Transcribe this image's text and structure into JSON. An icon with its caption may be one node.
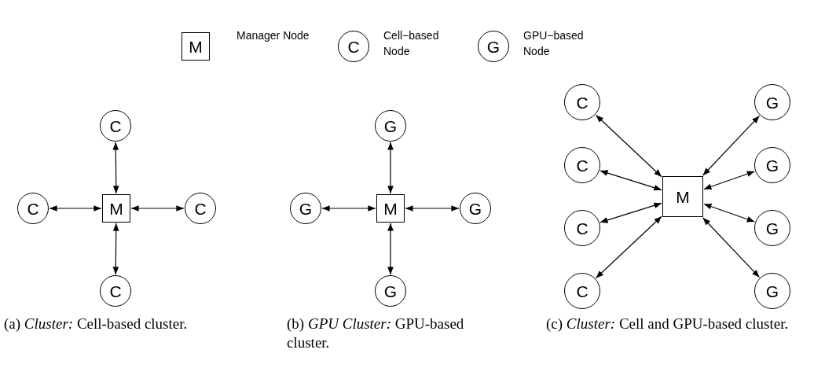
{
  "diagram": {
    "nodes": [
      {
        "text": [
          "M"
        ],
        "beside": [
          "Manager Node"
        ]
      },
      {
        "text": [
          "C"
        ],
        "beside": [
          "Cell−based Node"
        ]
      },
      {
        "text": [
          "G"
        ],
        "beside": [
          "GPU−based Node"
        ]
      },
      {
        "text": [
          "C"
        ]
      },
      {
        "text": [
          "C"
        ]
      },
      {
        "text": [
          "M"
        ]
      },
      {
        "text": [
          "C"
        ]
      },
      {
        "text": [
          "C"
        ]
      },
      {
        "text": [
          "G"
        ]
      },
      {
        "text": [
          "G"
        ]
      },
      {
        "text": [
          "M"
        ]
      },
      {
        "text": [
          "G"
        ]
      },
      {
        "text": [
          "G"
        ]
      },
      {
        "text": [
          "C"
        ]
      },
      {
        "text": [
          "C"
        ]
      },
      {
        "text": [
          "C"
        ]
      },
      {
        "text": [
          "C"
        ]
      },
      {
        "text": [
          "M"
        ]
      },
      {
        "text": [
          "G"
        ]
      },
      {
        "text": [
          "G"
        ]
      },
      {
        "text": [
          "G"
        ]
      },
      {
        "text": [
          "G"
        ]
      }
    ],
    "edges": [
      {
        "from": 3,
        "to": 5,
        "arrow": "both"
      },
      {
        "from": 4,
        "to": 5,
        "arrow": "both"
      },
      {
        "from": 5,
        "to": 6,
        "arrow": "both"
      },
      {
        "from": 5,
        "to": 7,
        "arrow": "both"
      },
      {
        "from": 8,
        "to": 10,
        "arrow": "both"
      },
      {
        "from": 9,
        "to": 10,
        "arrow": "both"
      },
      {
        "from": 10,
        "to": 11,
        "arrow": "both"
      },
      {
        "from": 10,
        "to": 12,
        "arrow": "both"
      },
      {
        "from": 13,
        "to": 17,
        "arrow": "both"
      },
      {
        "from": 14,
        "to": 17,
        "arrow": "both"
      },
      {
        "from": 15,
        "to": 17,
        "arrow": "both"
      },
      {
        "from": 16,
        "to": 17,
        "arrow": "both"
      },
      {
        "from": 17,
        "to": 18,
        "arrow": "both"
      },
      {
        "from": 17,
        "to": 19,
        "arrow": "both"
      },
      {
        "from": 17,
        "to": 20,
        "arrow": "both"
      },
      {
        "from": 17,
        "to": 21,
        "arrow": "both"
      }
    ],
    "labels": [
      "(a) *Cluster:* Cell-based cluster.",
      "(b) *GPU Cluster:* GPU-based cluster.",
      "(c) *Cluster:* Cell and GPU-based cluster."
    ]
  }
}
